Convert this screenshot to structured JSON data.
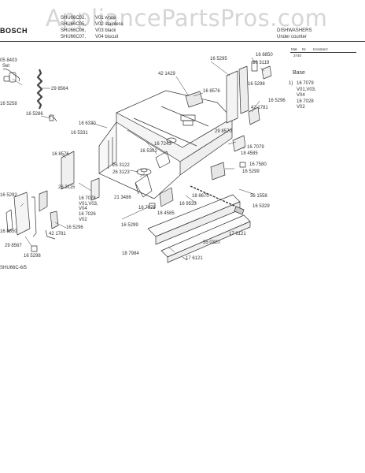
{
  "header": {
    "watermark": "AppliancePartsPros.com",
    "brand": "BOSCH",
    "models": [
      "SHU66C02,",
      "SHU66C05,",
      "SHU66C06,",
      "SHU66C07,"
    ],
    "variants": [
      "V01 white",
      "V02 stainless",
      "V03 black",
      "V04 biscuit"
    ],
    "category": "DISHWASHERS",
    "section": "Under counter",
    "ref_cols": [
      "Mat.",
      "Nr.",
      "Konstanz"
    ],
    "ref_code": "3740"
  },
  "legend": {
    "title": "Base",
    "entries": [
      "1)",
      "16 7079",
      "V01,V03,",
      "V04",
      "16 7028",
      "V02"
    ]
  },
  "footer_code": "SHU66C-6/5",
  "labels": {
    "l1": "16 8850",
    "l2": "26 3119",
    "l3": "16 5295",
    "l4": "42 1429",
    "l5": "16 8576",
    "l6": "16 5298",
    "l7": "42 1781",
    "l8": "16 5296",
    "l9": "29 8570",
    "l10": "16 7079",
    "l11": "18 4585",
    "l12": "16 7580",
    "l13": "16 5299",
    "l14": "36 1558",
    "l15": "16 5329",
    "l16": "18 8670",
    "l17": "16 9533",
    "l18": "17 6121",
    "l19": "35 0320",
    "l20": "17 6121",
    "l21": "18 7984",
    "l22": "16 5299",
    "l23": "18 4585",
    "l24": "16 7079",
    "l25": "21 3486",
    "l26": "26 3123",
    "l27": "26 3122",
    "l28": "16 5301",
    "l29": "16 7243",
    "l30": "16 6330",
    "l31": "29 8564",
    "l32": "05 8403",
    "l33": "Set",
    "l34": "16 5258",
    "l35": "16 5286",
    "l36": "16 5331",
    "l37": "16 8576",
    "l38": "26 3115",
    "l39": "16 5292",
    "l40": "16 7078",
    "l41": "V01,V03,",
    "l42": "V04",
    "l43": "16 7026",
    "l44": "V02",
    "l45": "16 5296",
    "l46": "42 1781",
    "l47": "16 8850",
    "l48": "29 8567",
    "l49": "16 5298"
  }
}
